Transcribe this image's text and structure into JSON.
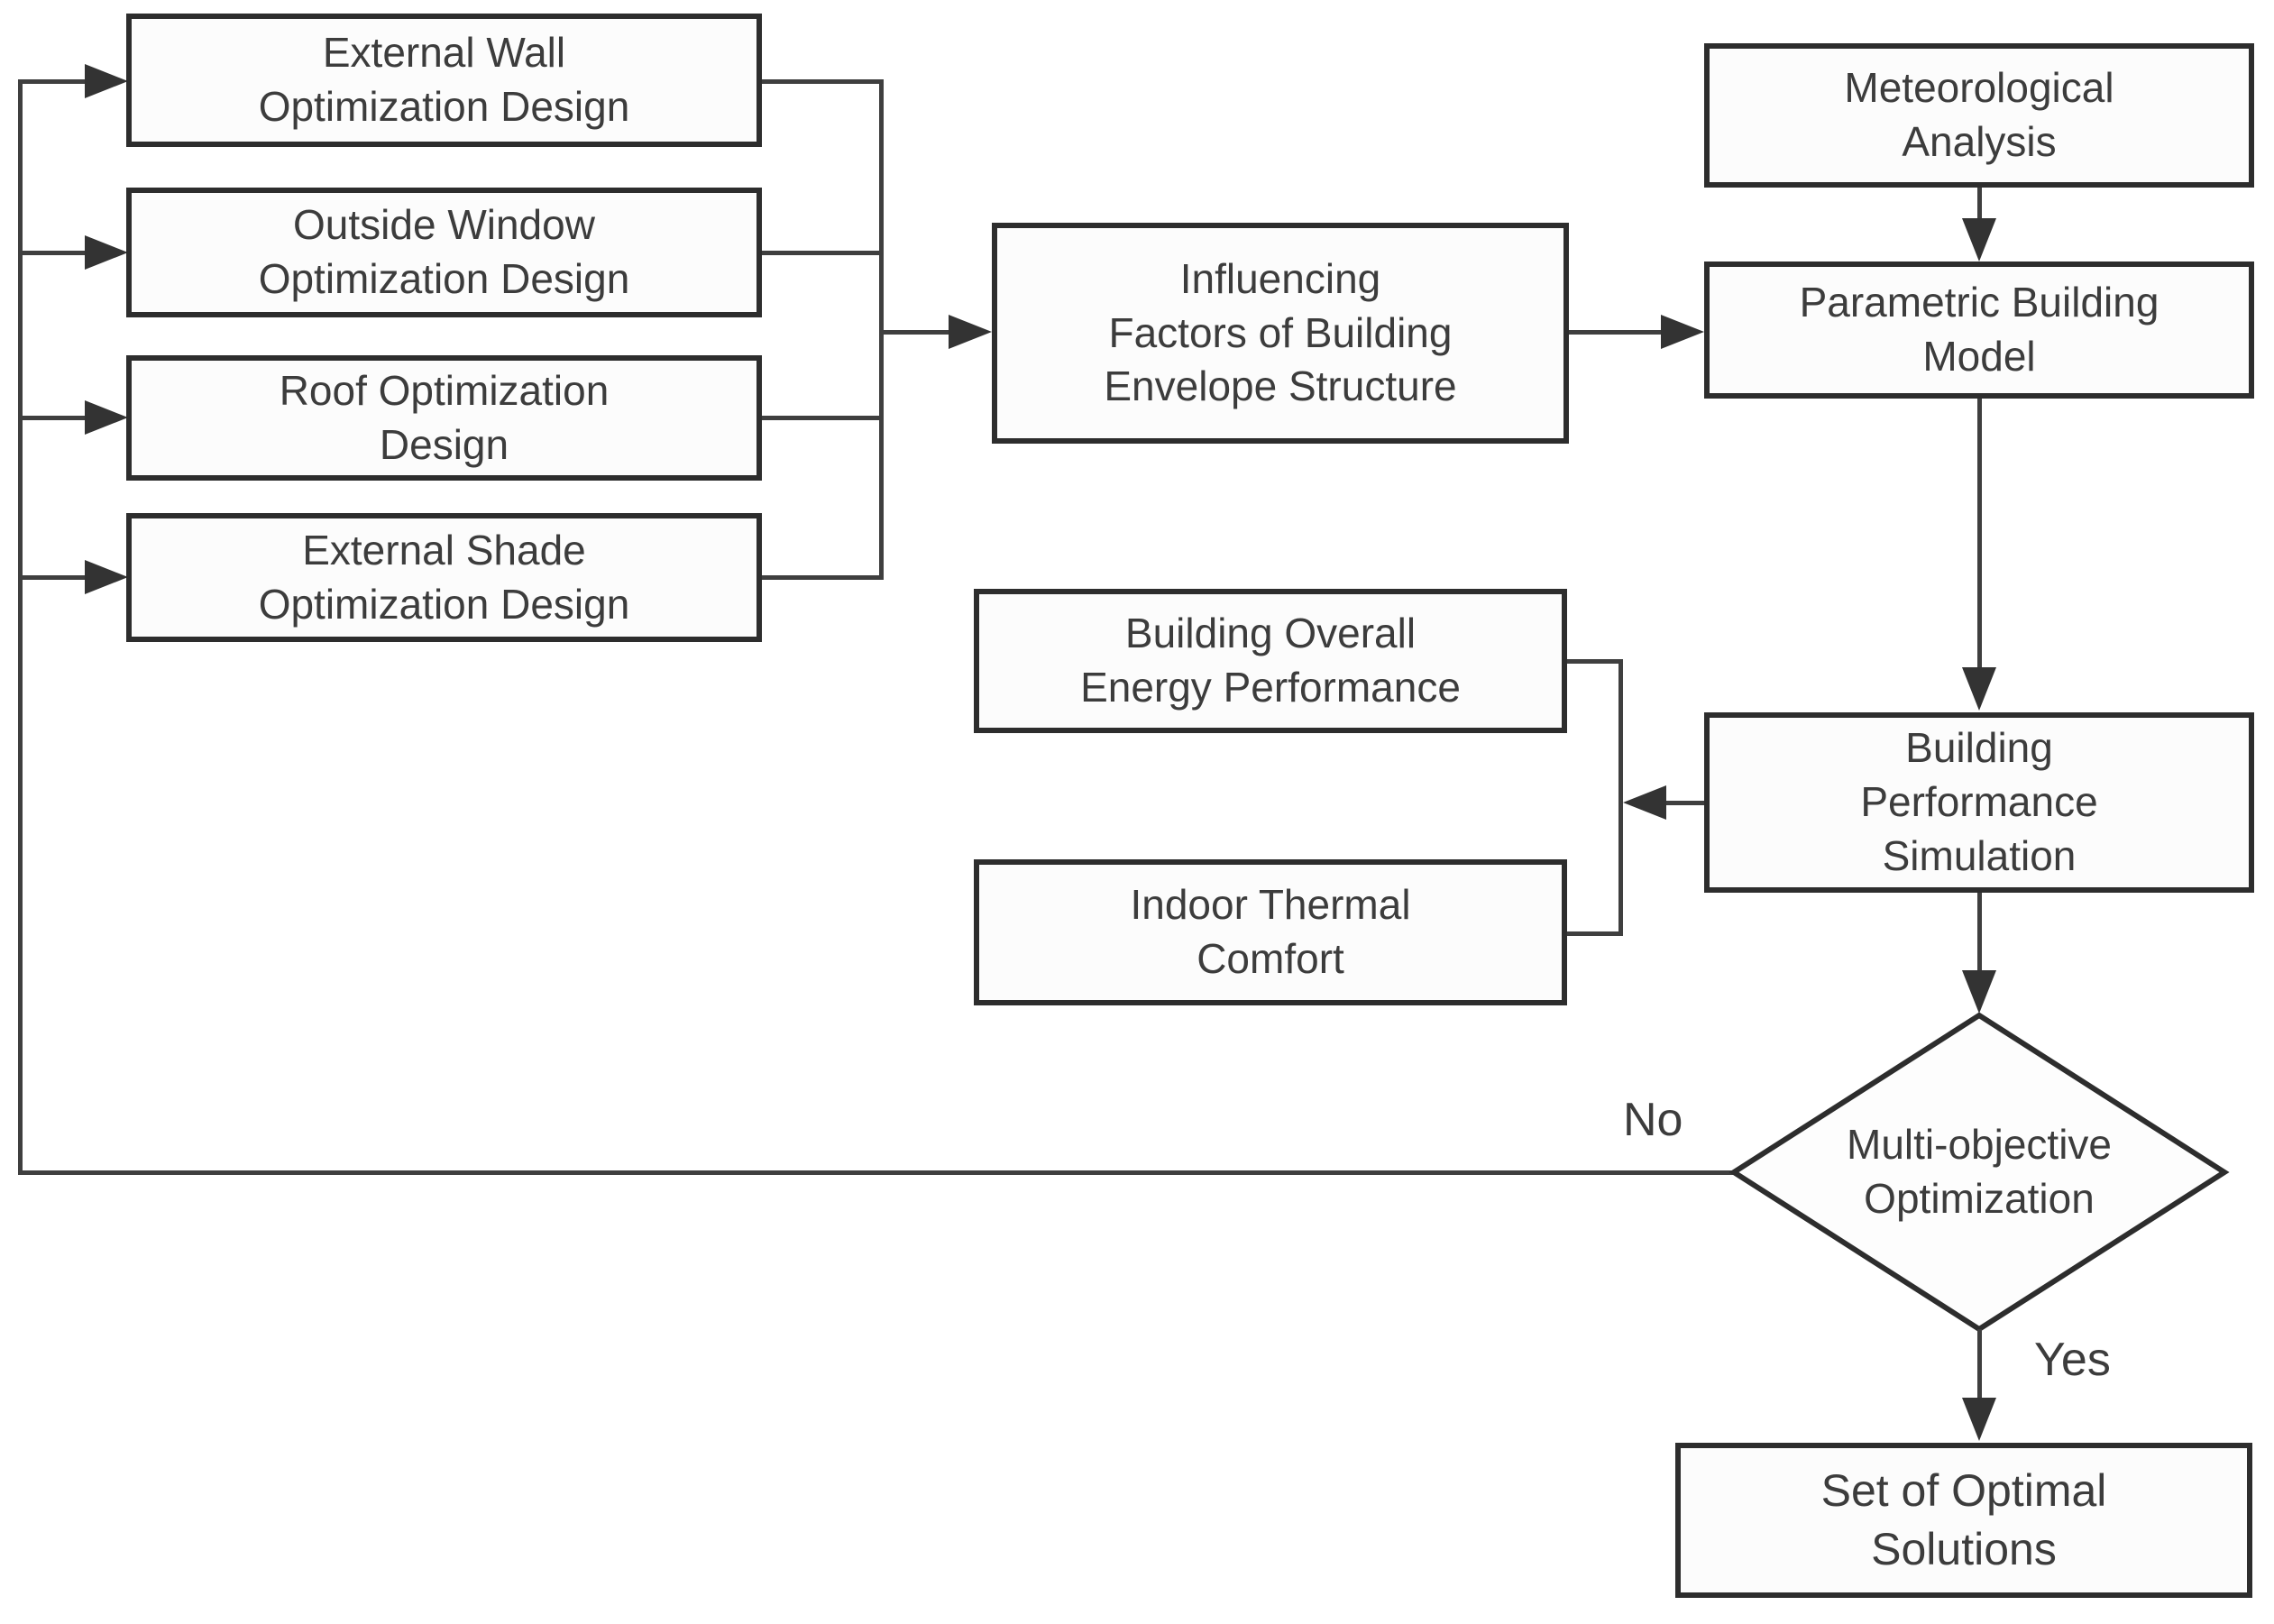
{
  "flowchart": {
    "nodes": {
      "external_wall": {
        "label": "External Wall\nOptimization Design"
      },
      "outside_window": {
        "label": "Outside Window\nOptimization Design"
      },
      "roof": {
        "label": "Roof Optimization\nDesign"
      },
      "external_shade": {
        "label": "External Shade\nOptimization Design"
      },
      "influencing_factors": {
        "label": "Influencing\nFactors of Building\nEnvelope Structure"
      },
      "meteorological_analysis": {
        "label": "Meteorological\nAnalysis"
      },
      "parametric_building_model": {
        "label": "Parametric Building\nModel"
      },
      "building_performance_simulation": {
        "label": "Building\nPerformance\nSimulation"
      },
      "building_overall_energy_performance": {
        "label": "Building Overall\nEnergy Performance"
      },
      "indoor_thermal_comfort": {
        "label": "Indoor Thermal\nComfort"
      },
      "multi_objective_optimization": {
        "label": "Multi-objective\nOptimization"
      },
      "set_of_optimal_solutions": {
        "label": "Set of Optimal\nSolutions"
      }
    },
    "branch_labels": {
      "no": "No",
      "yes": "Yes"
    },
    "colors": {
      "background": "#ffffff",
      "node_fill": "#fcfcfc",
      "node_border": "#2d2d2d",
      "connector": "#3f3f3f",
      "text": "#3c3c3c"
    }
  }
}
